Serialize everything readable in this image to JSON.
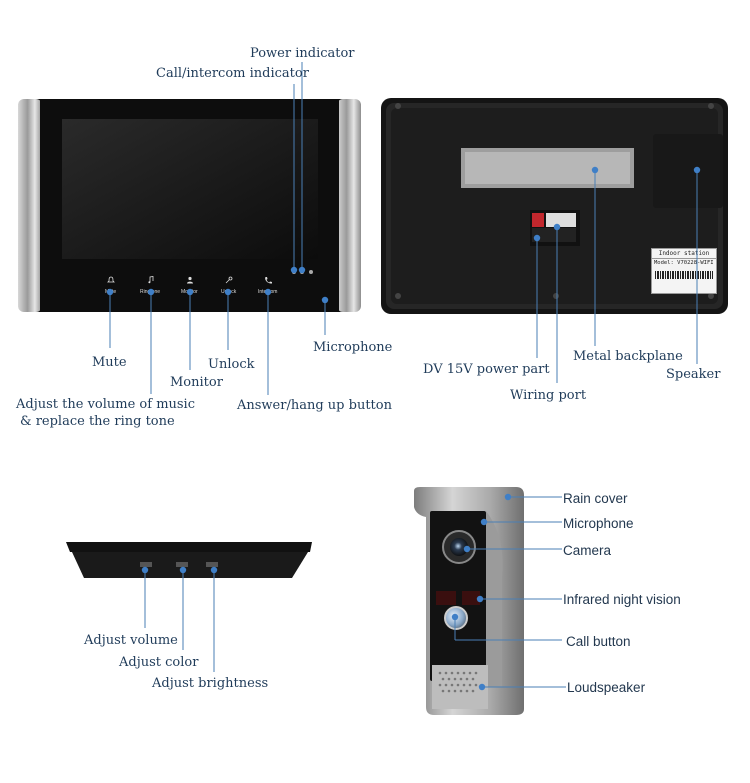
{
  "indoor_front": {
    "callouts": {
      "power_indicator": "Power indicator",
      "call_intercom_indicator": "Call/intercom indicator",
      "mute": "Mute",
      "ringtone": "Adjust the volume of music",
      "ringtone_line2": "& replace the ring tone",
      "monitor": "Monitor",
      "unlock": "Unlock",
      "answer": "Answer/hang up button",
      "microphone": "Microphone"
    },
    "buttons": [
      "Mute",
      "Ringtone",
      "Monitor",
      "Unlock",
      "Intercom"
    ]
  },
  "indoor_back": {
    "callouts": {
      "power_port": "DV 15V power part",
      "wiring_port": "Wiring port",
      "backplane": "Metal backplane",
      "speaker": "Speaker"
    },
    "sticker": {
      "title": "Indoor station",
      "model": "Model: V70228-WIFI"
    }
  },
  "indoor_side": {
    "callouts": {
      "volume": "Adjust volume",
      "color": "Adjust color",
      "brightness": "Adjust brightness"
    }
  },
  "outdoor": {
    "callouts": {
      "rain_cover": "Rain cover",
      "microphone": "Microphone",
      "camera": "Camera",
      "infrared": "Infrared night vision",
      "call_button": "Call button",
      "loudspeaker": "Loudspeaker"
    }
  },
  "colors": {
    "callout_line": "#4a7fb5",
    "dot": "#3f7fc7",
    "label": "#1f3b59"
  }
}
